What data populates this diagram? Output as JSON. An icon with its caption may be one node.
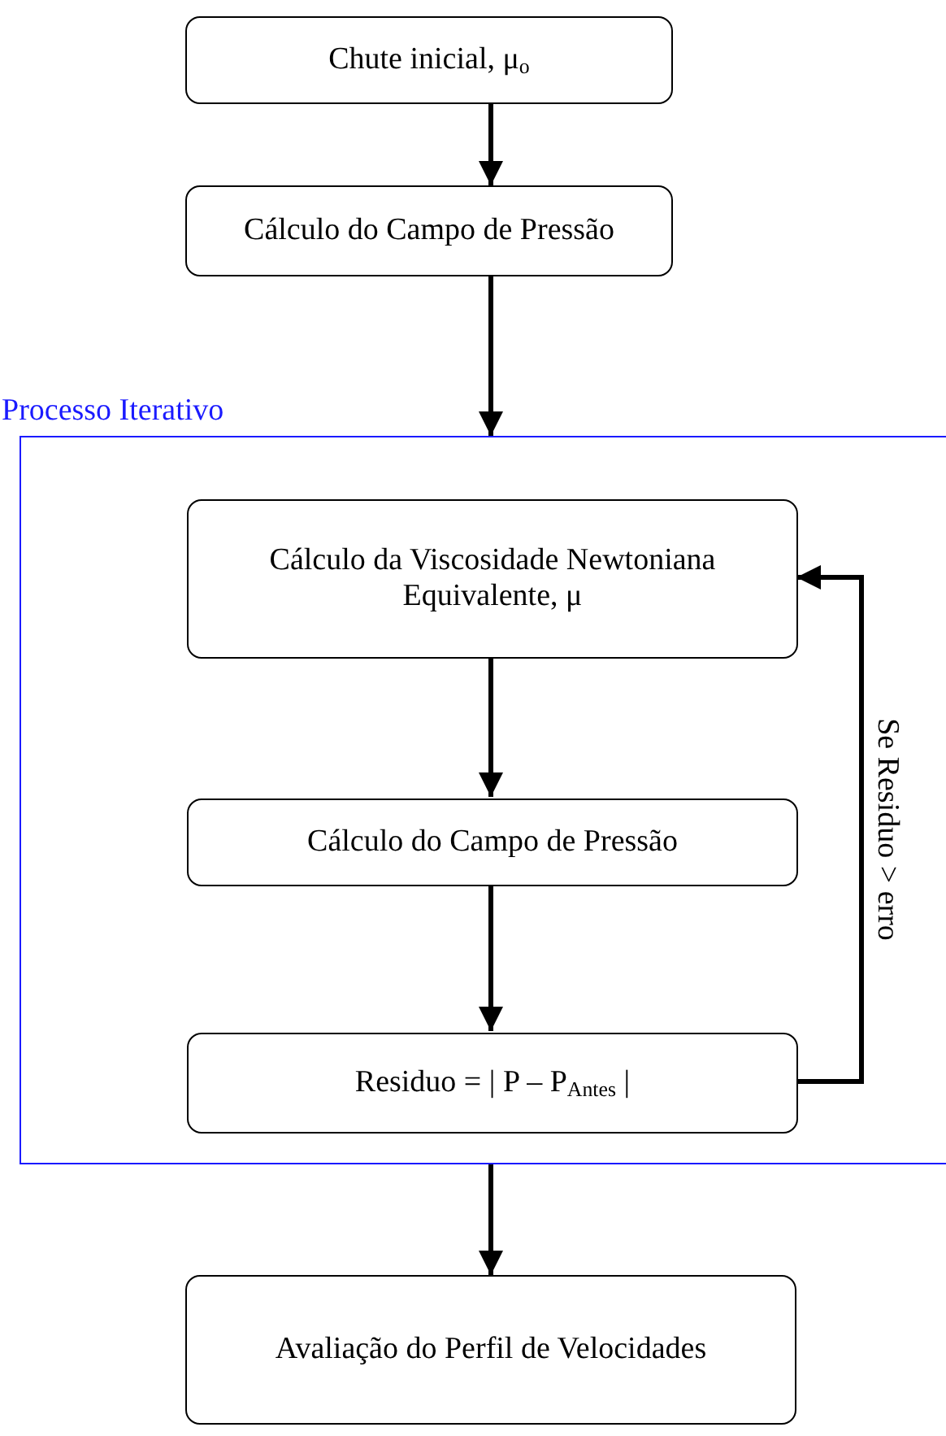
{
  "diagram": {
    "nodes": [
      {
        "text": [
          "Chute inicial, μ$_{o}$"
        ]
      },
      {
        "text": [
          "Cálculo do Campo de Pressão"
        ]
      },
      {
        "text": [
          "Processo Iterativo"
        ]
      },
      {
        "text": [
          "Cálculo da Viscosidade Newtoniana Equivalente, μ"
        ],
        "in": 2
      },
      {
        "text": [
          "Cálculo do Campo de Pressão"
        ],
        "in": 2
      },
      {
        "text": [
          "Residuo = | P – P$_{Antes}$ |"
        ],
        "in": 2
      },
      {
        "text": [
          "Avaliação do Perfil de Velocidades"
        ]
      }
    ],
    "edges": [
      {
        "from": 0,
        "to": 1,
        "arrow": "to"
      },
      {
        "from": 1,
        "to": 2,
        "arrow": "to"
      },
      {
        "from": 3,
        "to": 4,
        "arrow": "to"
      },
      {
        "from": 4,
        "to": 5,
        "arrow": "to"
      },
      {
        "from": 5,
        "to": 3,
        "arrow": "to",
        "label": "Se Residuo > erro"
      },
      {
        "from": 2,
        "to": 6,
        "arrow": "to"
      }
    ]
  }
}
